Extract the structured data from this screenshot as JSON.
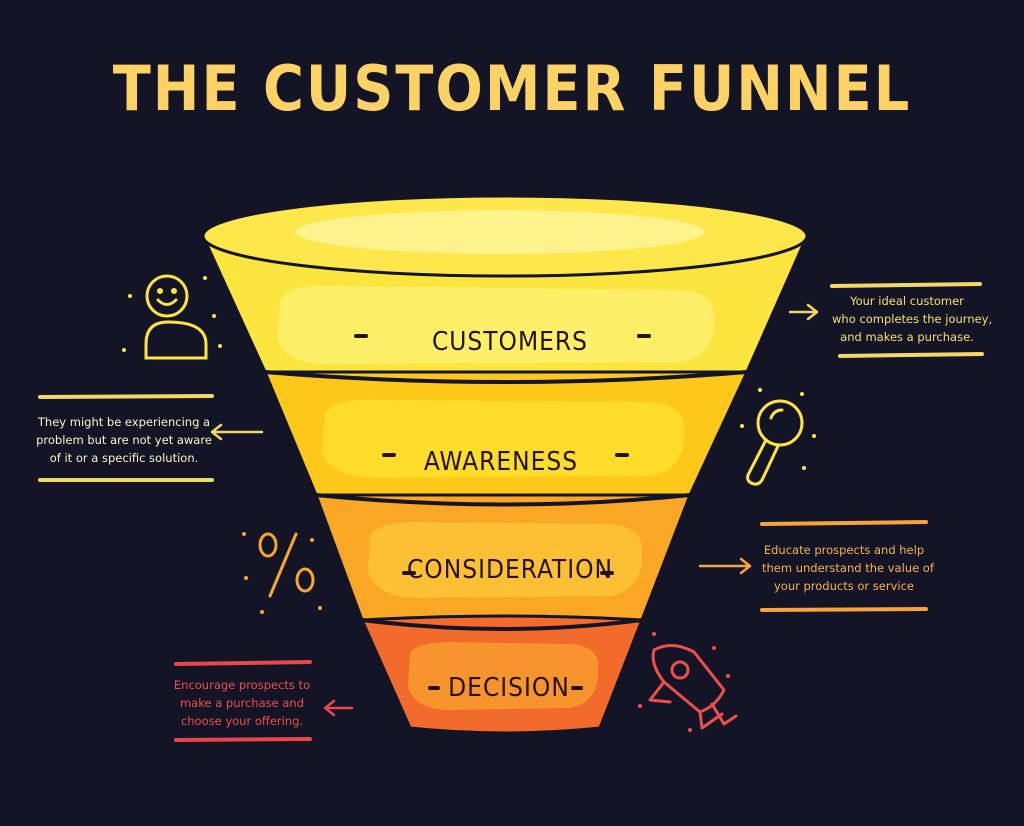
{
  "title": "The Customer Funnel",
  "colors": {
    "background": "#131426",
    "title": "#fdd265",
    "customers": "#fde540",
    "awareness": "#fdc81a",
    "consideration": "#fba726",
    "decision": "#f26a2c",
    "outline": "#131426",
    "note_customers": "#f7e06a",
    "note_awareness": "#fff4c4",
    "note_consideration": "#fbb347",
    "note_decision": "#f04e4b"
  },
  "stages": [
    {
      "label": "Customers",
      "dash": "–"
    },
    {
      "label": "Awareness",
      "dash": "–"
    },
    {
      "label": "Consideration",
      "dash": "–"
    },
    {
      "label": "Decision",
      "dash": "–"
    }
  ],
  "notes": {
    "customers": {
      "lines": [
        "Your ideal customer",
        "who completes the journey,",
        "and makes a purchase."
      ]
    },
    "awareness": {
      "lines": [
        "They might be experiencing a",
        "problem but are not yet aware",
        "of it or a specific solution."
      ]
    },
    "consideration": {
      "lines": [
        "Educate prospects and help",
        "them understand the value of",
        "your products or service"
      ]
    },
    "decision": {
      "lines": [
        "Encourage prospects to",
        "make a purchase and",
        "choose your offering."
      ]
    }
  },
  "icons": [
    "smiley-person-icon",
    "magnifier-icon",
    "percent-icon",
    "rocket-icon"
  ]
}
